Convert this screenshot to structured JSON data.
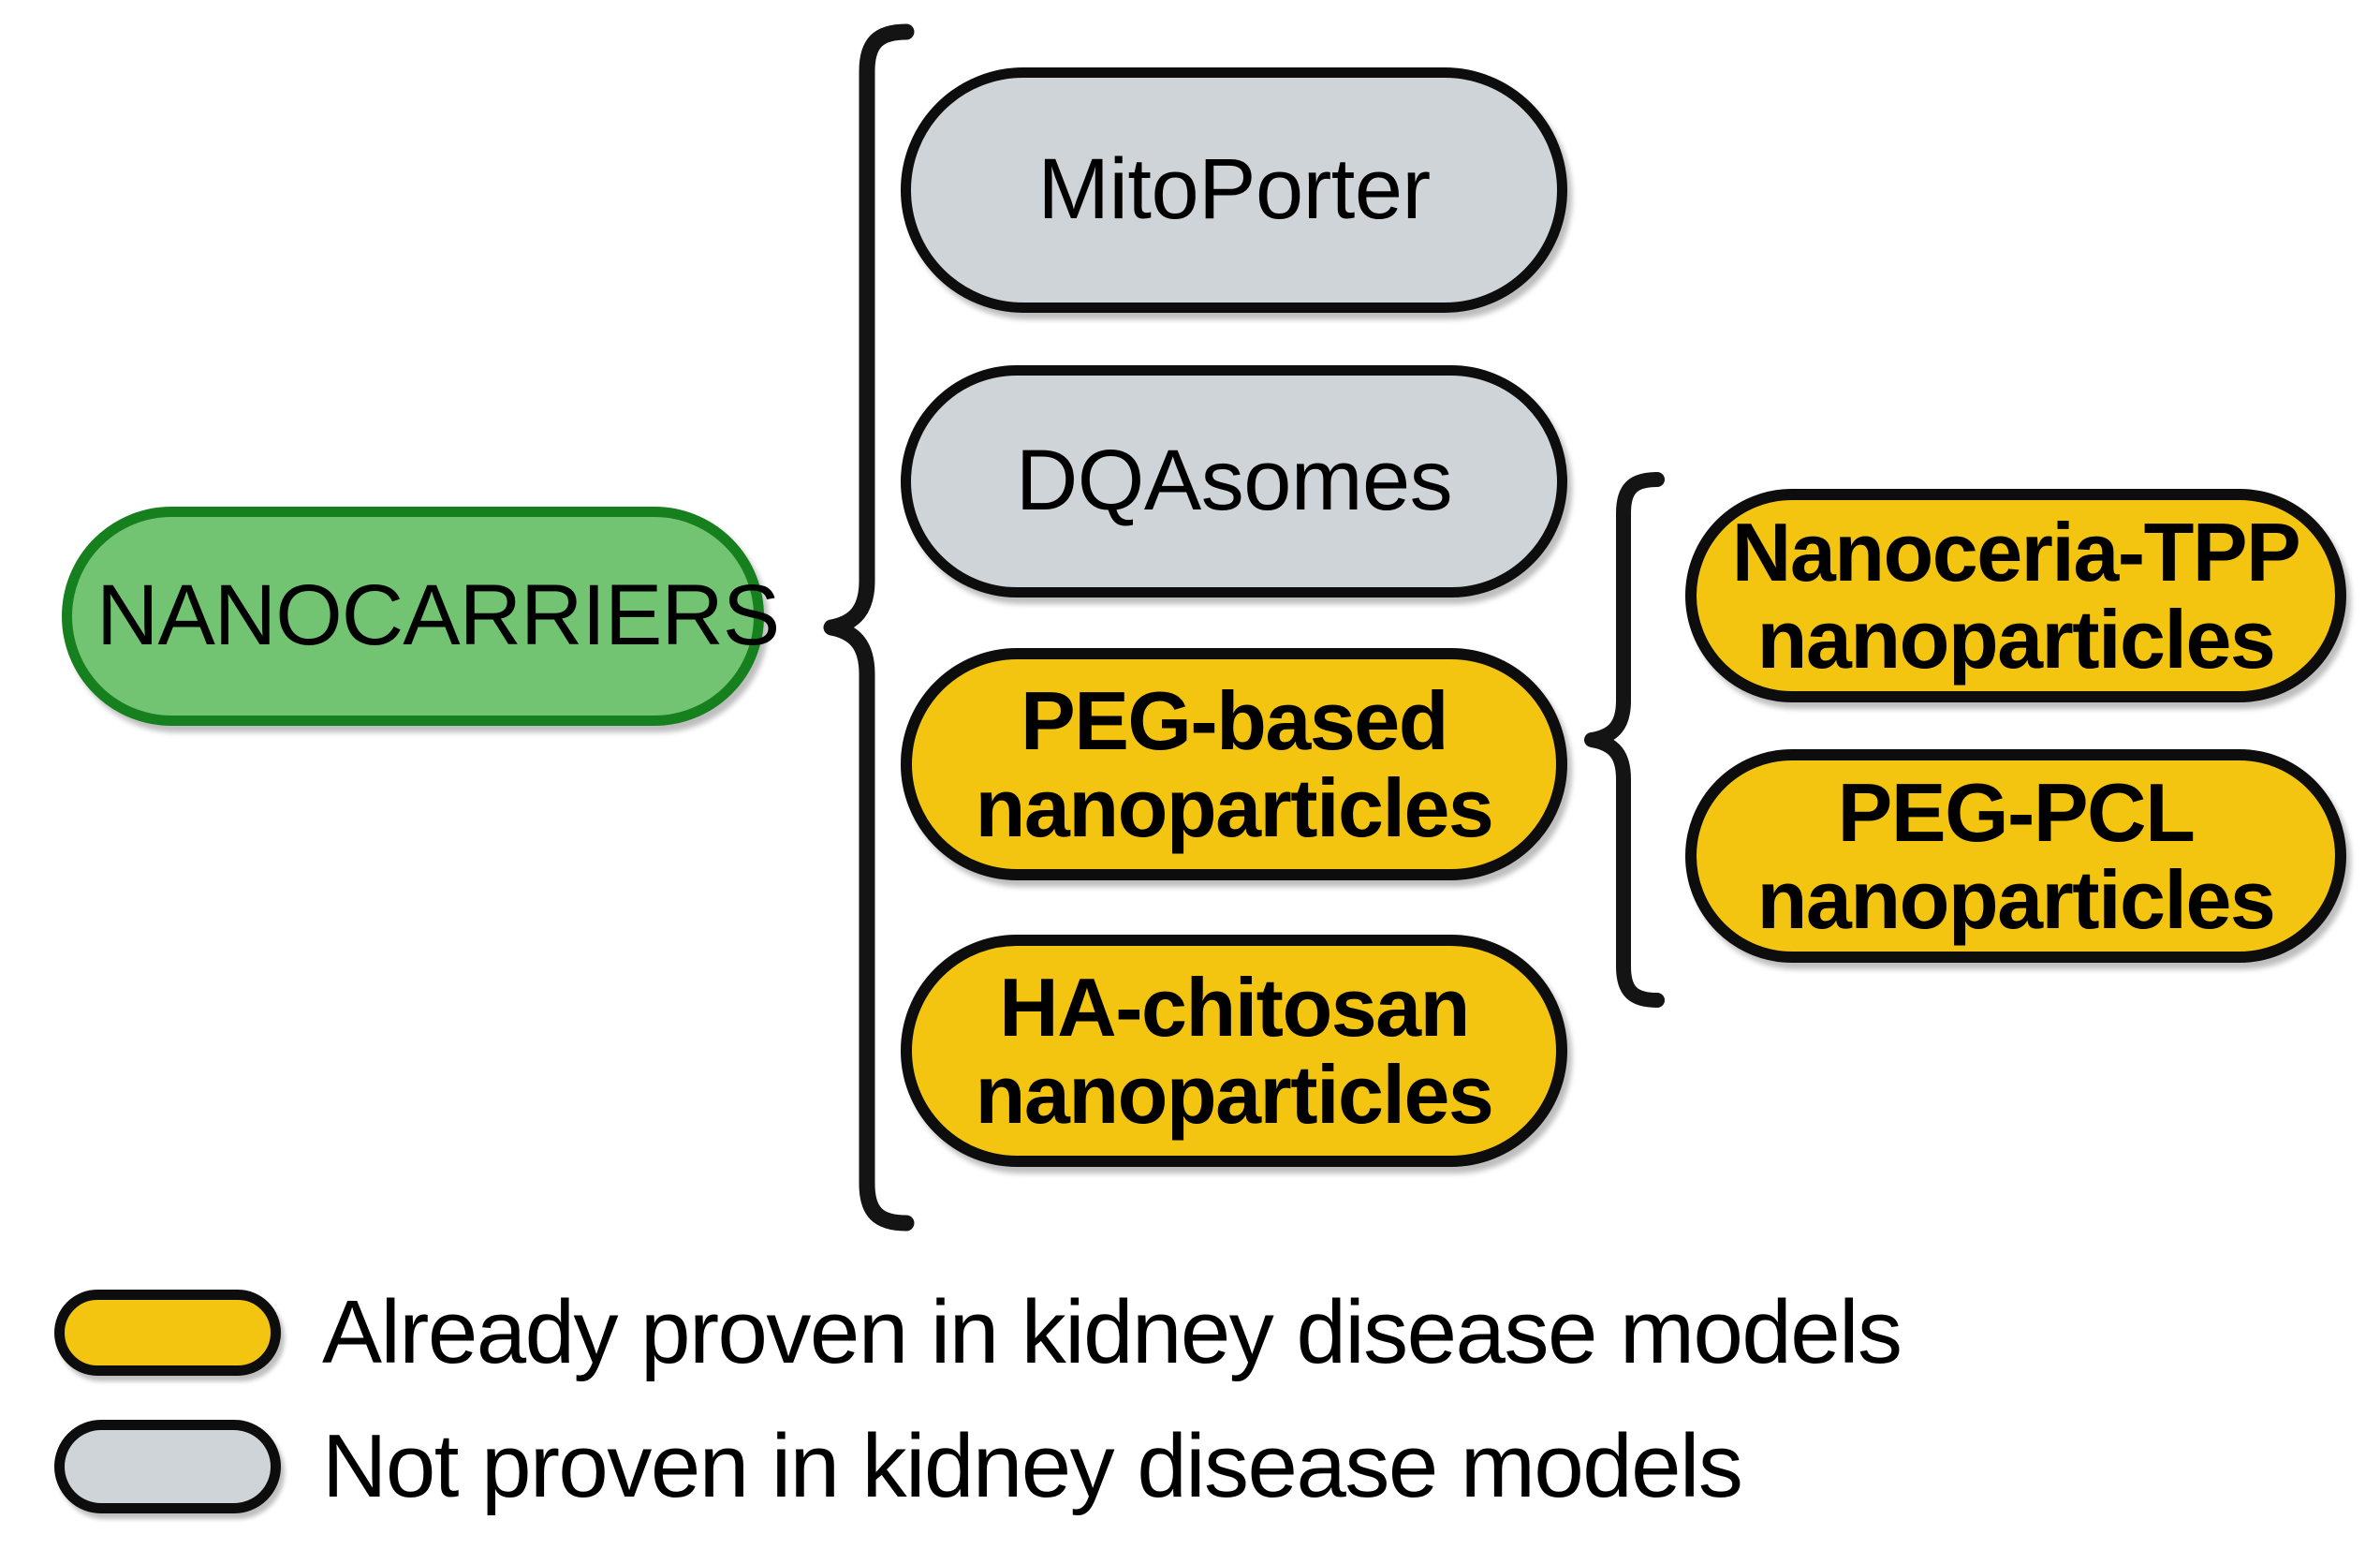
{
  "diagram": {
    "title_node": {
      "label": "NANOCARRIERS",
      "fill": "#72c473",
      "stroke": "#15801d"
    },
    "colors": {
      "proven_fill": "#f3c511",
      "not_proven_fill": "#ced4d7",
      "stroke": "#0d0d0d",
      "root_fill": "#72c473",
      "root_stroke": "#15801d",
      "background": "#ffffff",
      "text": "#000000"
    },
    "branch_nodes": [
      {
        "label": "MitoPorter",
        "status": "not-proven",
        "fill": "#ced4d7"
      },
      {
        "label": "DQAsomes",
        "status": "not-proven",
        "fill": "#ced4d7"
      },
      {
        "label": "PEG-based\nnanoparticles",
        "status": "proven",
        "fill": "#f3c511"
      },
      {
        "label": "HA-chitosan\nnanoparticles",
        "status": "proven",
        "fill": "#f3c511"
      }
    ],
    "sub_nodes": [
      {
        "label": "Nanoceria-TPP\nnanoparticles",
        "status": "proven",
        "fill": "#f3c511"
      },
      {
        "label": "PEG-PCL\nnanoparticles",
        "status": "proven",
        "fill": "#f3c511"
      }
    ],
    "braces": [
      {
        "name": "brace-nanocarriers",
        "groups": "branch_nodes"
      },
      {
        "name": "brace-peg-based",
        "groups": "sub_nodes"
      }
    ]
  },
  "legend": {
    "items": [
      {
        "swatch": "#f3c511",
        "label": "Already proven in kidney disease models"
      },
      {
        "swatch": "#ced4d7",
        "label": "Not proven in kidney disease models"
      }
    ]
  }
}
